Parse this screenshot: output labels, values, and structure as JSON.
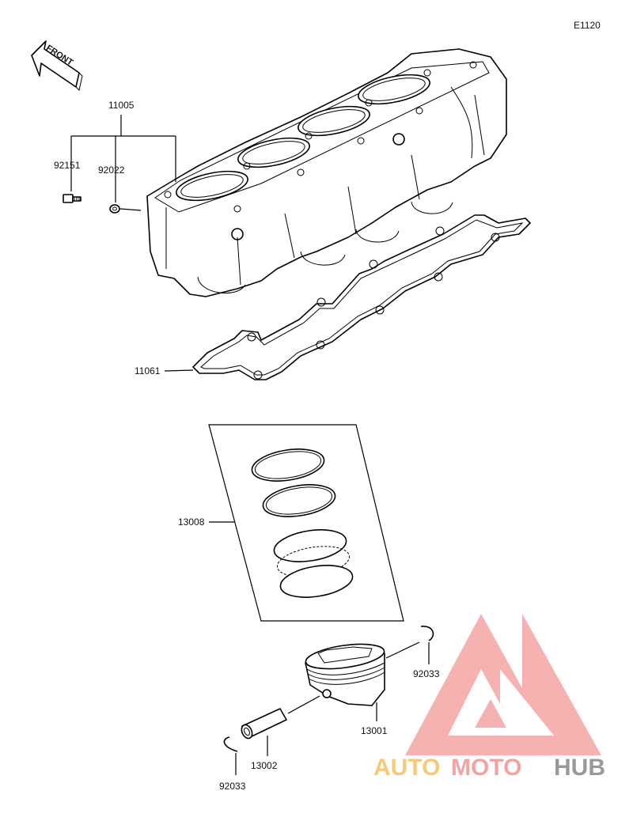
{
  "diagram": {
    "code": "E1120",
    "front_label": "FRONT",
    "parts": [
      {
        "id": "cylinder",
        "number": "11005"
      },
      {
        "id": "bolt",
        "number": "92151"
      },
      {
        "id": "washer",
        "number": "92022"
      },
      {
        "id": "gasket",
        "number": "11061"
      },
      {
        "id": "ring-set",
        "number": "13008"
      },
      {
        "id": "circlip-right",
        "number": "92033"
      },
      {
        "id": "piston",
        "number": "13001"
      },
      {
        "id": "pin",
        "number": "13002"
      },
      {
        "id": "circlip-left",
        "number": "92033"
      }
    ]
  },
  "watermark": {
    "text_auto": "AUTO",
    "text_moto": "MOTO",
    "text_hub": "HUB",
    "color_primary": "#f39a9a",
    "color_secondary": "#f6c36a",
    "color_hub": "#8f8f8f"
  }
}
